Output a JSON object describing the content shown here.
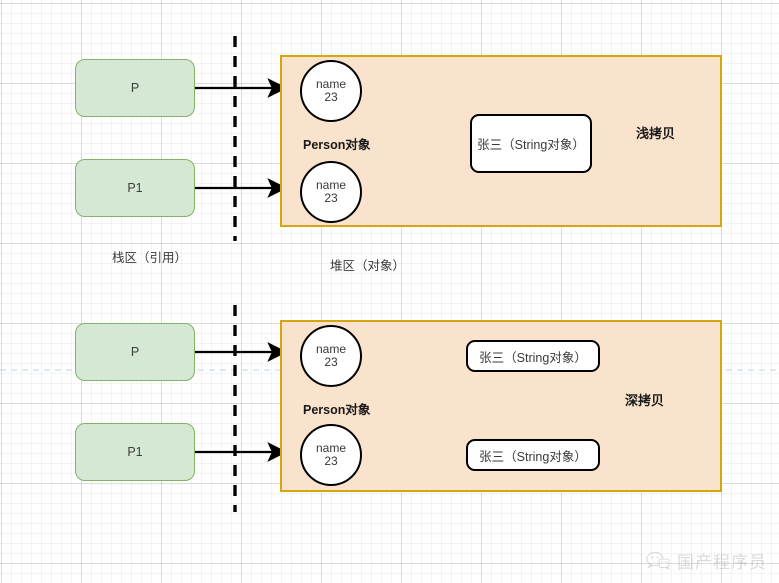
{
  "diagram": {
    "title": "Java shallow copy vs deep copy memory diagram",
    "colors": {
      "stack_fill": "#d5e8d4",
      "stack_border": "#82b366",
      "heap_fill": "#fae3cc",
      "heap_border": "#d6a50f",
      "object_fill": "#ffffff",
      "object_border": "#000000",
      "grid": "#e8e8e8",
      "guide_dash": "#c5d8e8"
    },
    "regions": {
      "stack_label": "栈区（引用）",
      "heap_label": "堆区（对象）"
    },
    "sections": [
      {
        "id": "shallow",
        "copy_label": "浅拷贝",
        "object_group_label": "Person对象",
        "stack_refs": [
          {
            "label": "P"
          },
          {
            "label": "P1"
          }
        ],
        "fields": [
          {
            "line1": "name",
            "line2": "23"
          },
          {
            "line1": "name",
            "line2": "23"
          }
        ],
        "strings": [
          {
            "label": "张三（String对象）"
          }
        ]
      },
      {
        "id": "deep",
        "copy_label": "深拷贝",
        "object_group_label": "Person对象",
        "stack_refs": [
          {
            "label": "P"
          },
          {
            "label": "P1"
          }
        ],
        "fields": [
          {
            "line1": "name",
            "line2": "23"
          },
          {
            "line1": "name",
            "line2": "23"
          }
        ],
        "strings": [
          {
            "label": "张三（String对象）"
          },
          {
            "label": "张三（String对象）"
          }
        ]
      }
    ],
    "watermark": {
      "text": "国产程序员",
      "icon": "wechat-logo-icon"
    }
  }
}
